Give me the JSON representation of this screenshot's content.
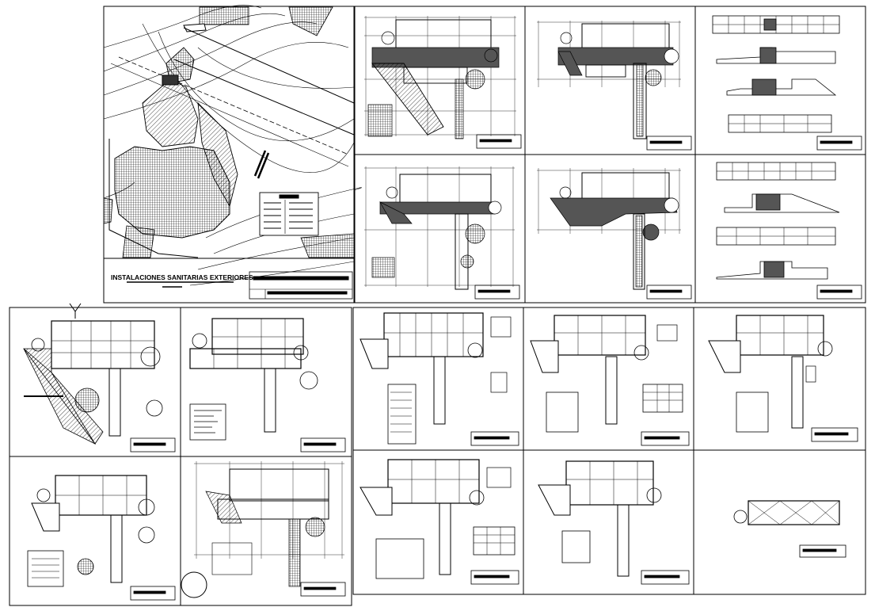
{
  "sheet_set": {
    "site_plan": {
      "title": "INSTALACIONES SANITARIAS EXTERIORES"
    },
    "panels": [
      {
        "id": "site-plan",
        "kind": "site"
      },
      {
        "id": "plan-1",
        "kind": "floor-plan-hatched"
      },
      {
        "id": "plan-2",
        "kind": "floor-plan-hatched"
      },
      {
        "id": "elevations-1",
        "kind": "elevations"
      },
      {
        "id": "plan-3",
        "kind": "floor-plan-hatched"
      },
      {
        "id": "plan-4",
        "kind": "floor-plan-hatched"
      },
      {
        "id": "elevations-2",
        "kind": "elevations"
      },
      {
        "id": "plan-5",
        "kind": "floor-plan"
      },
      {
        "id": "plan-6",
        "kind": "floor-plan"
      },
      {
        "id": "plan-7",
        "kind": "installations-plan"
      },
      {
        "id": "plan-8",
        "kind": "installations-plan"
      },
      {
        "id": "plan-9",
        "kind": "installations-plan"
      },
      {
        "id": "plan-10",
        "kind": "floor-plan"
      },
      {
        "id": "plan-11",
        "kind": "floor-plan"
      },
      {
        "id": "plan-12",
        "kind": "installations-plan"
      },
      {
        "id": "plan-13",
        "kind": "installations-plan"
      },
      {
        "id": "plan-14",
        "kind": "small-plan"
      }
    ]
  },
  "colors": {
    "line": "#000000",
    "fill_dark": "#555555",
    "paper": "#ffffff"
  }
}
